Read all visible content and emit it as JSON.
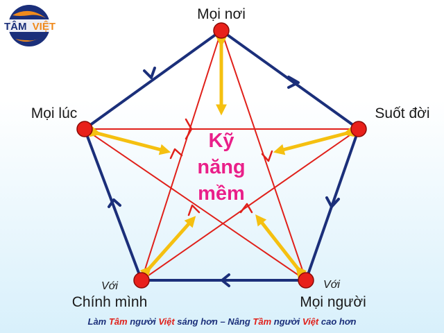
{
  "logo": {
    "part1": "TÂM",
    "part2": "VIỆT"
  },
  "center_text": [
    "Kỹ",
    "năng",
    "mềm"
  ],
  "nodes": {
    "top": "Mọi nơi",
    "right": "Suốt đời",
    "left": "Mọi lúc",
    "bottom_left": "Chính mình",
    "bottom_right": "Mọi người"
  },
  "with_labels": {
    "bottom_left": "Với",
    "bottom_right": "Với"
  },
  "footer": {
    "seg1": "Làm ",
    "seg2": "Tâm",
    "seg3": " người ",
    "seg4": "Việt",
    "seg5": " sáng hơn – Nâng ",
    "seg6": "Tầm",
    "seg7": " người ",
    "seg8": "Việt",
    "seg9": " cao hơn"
  },
  "colors": {
    "pentagon": "#1b2f7a",
    "star": "#e0201a",
    "arrows": "#f5c010",
    "node": "#e8201a",
    "center": "#e8208a",
    "logo_blue": "#1b2f7a",
    "logo_orange": "#f08a1c"
  }
}
